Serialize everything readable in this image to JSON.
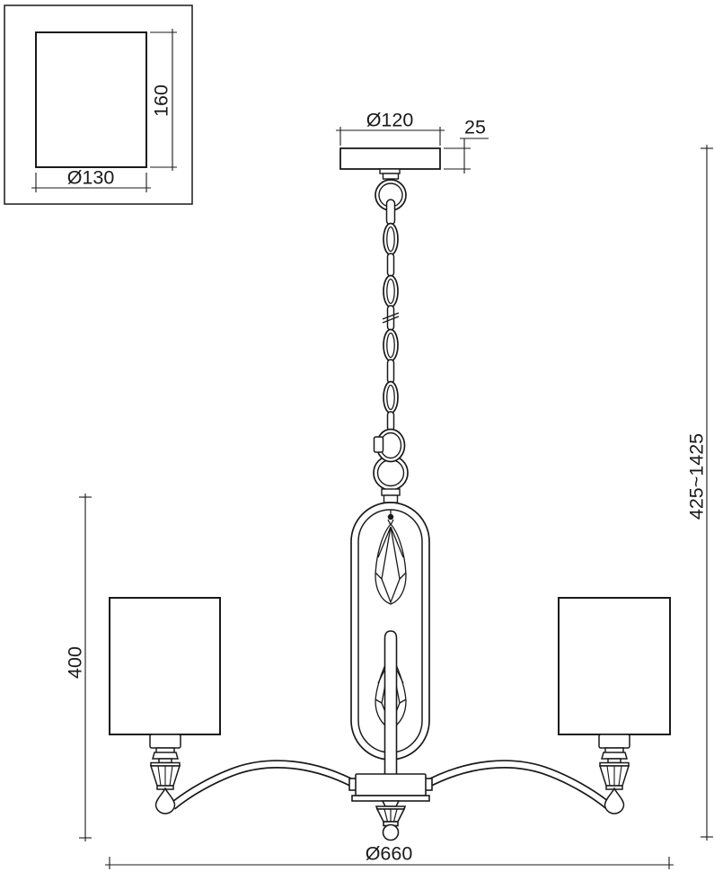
{
  "drawing_title": "chandelier-dimension-drawing",
  "colors": {
    "background": "#ffffff",
    "line": "#1a1a1a"
  },
  "shade_inset": {
    "width_label": "Ø130",
    "height_label": "160"
  },
  "canopy": {
    "diameter_label": "Ø120",
    "height_label": "25"
  },
  "fixture": {
    "overall_height_label": "425~1425",
    "body_height_label": "400",
    "overall_diameter_label": "Ø660"
  }
}
